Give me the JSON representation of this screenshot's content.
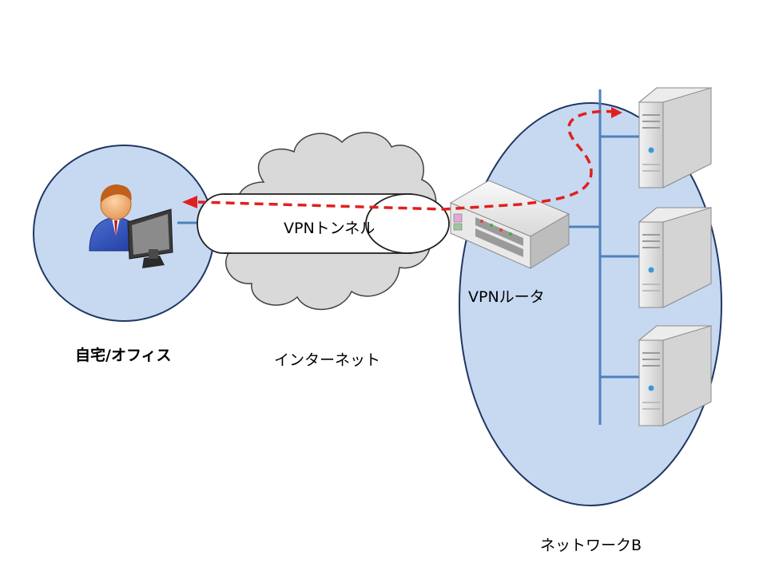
{
  "labels": {
    "home": "自宅/オフィス",
    "internet": "インターネット",
    "tunnel": "VPNトンネル",
    "router": "VPNルータ",
    "network_b": "ネットワークB"
  },
  "colors": {
    "zone_fill": "#c6d9f1",
    "zone_stroke": "#1f3763",
    "cloud_fill": "#d9d9d9",
    "cloud_stroke": "#404040",
    "bus_line": "#4f81bd",
    "flow_arrow": "#e02020"
  },
  "icons": {
    "user": "user-at-computer-icon",
    "router": "router-icon",
    "servers": [
      "server-icon",
      "server-icon",
      "server-icon"
    ]
  }
}
